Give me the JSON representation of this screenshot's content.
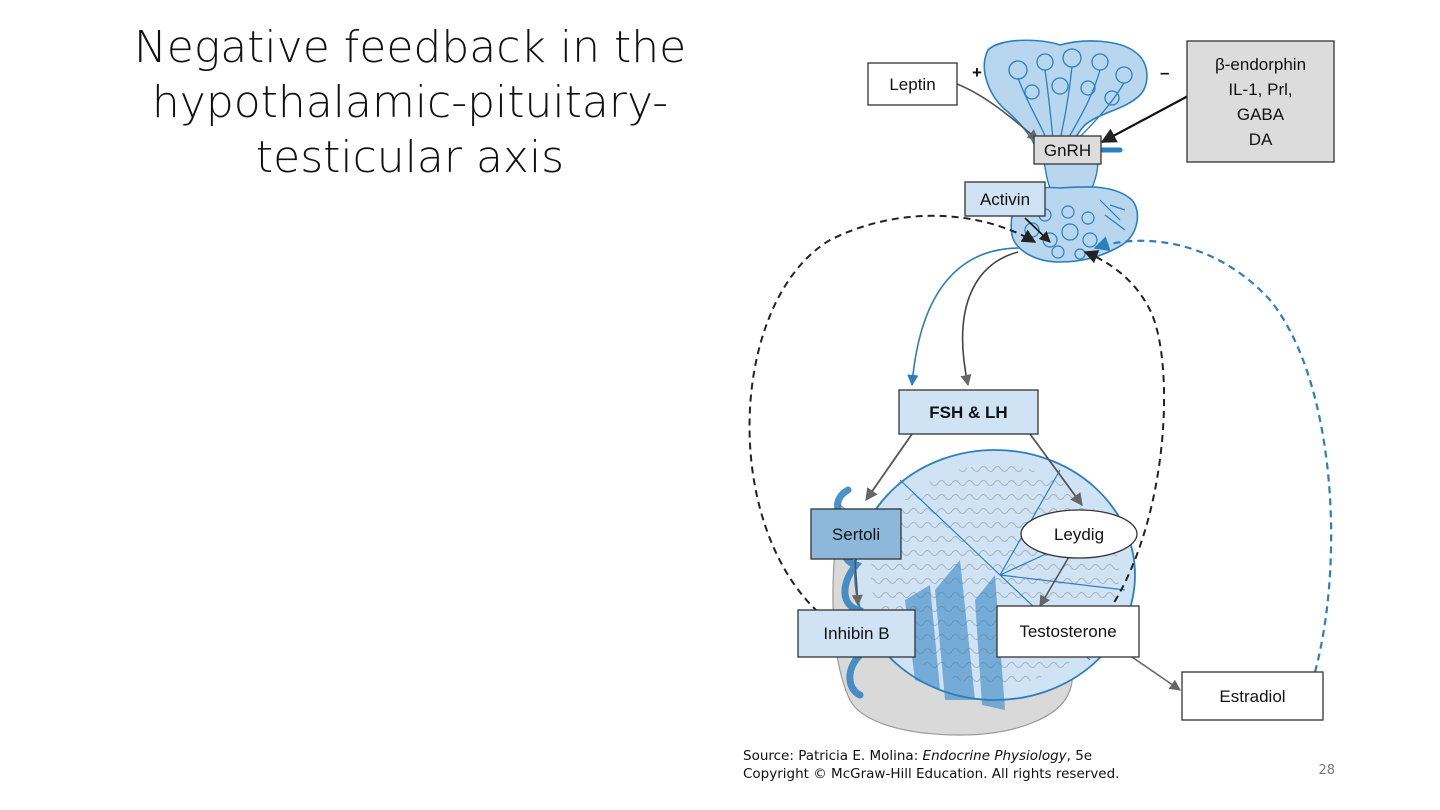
{
  "slide": {
    "title_lines": [
      "Negative feedback in the",
      "hypothalamic-pituitary-",
      "testicular axis"
    ],
    "page_number": "28"
  },
  "diagram": {
    "boxes": {
      "leptin": "Leptin",
      "gnrh": "GnRH",
      "inhibitors": [
        "β-endorphin",
        "IL-1, Prl,",
        "GABA",
        "DA"
      ],
      "activin": "Activin",
      "fsh_lh": "FSH & LH",
      "sertoli": "Sertoli",
      "leydig": "Leydig",
      "inhibin_b": "Inhibin B",
      "testosterone": "Testosterone",
      "estradiol": "Estradiol"
    },
    "signs": {
      "stimulatory": "+",
      "inhibitory": "–"
    },
    "colors": {
      "blue": "#2a7fc0",
      "light_blue": "#cfe3f5",
      "tissue": "#a9cbe8",
      "gray_box": "#dcdcdc",
      "dark": "#222222"
    }
  },
  "source": {
    "prefix": "Source: Patricia E. Molina: ",
    "book": "Endocrine Physiology",
    "suffix": ", 5e",
    "copyright": "Copyright © McGraw-Hill Education. All rights reserved."
  }
}
